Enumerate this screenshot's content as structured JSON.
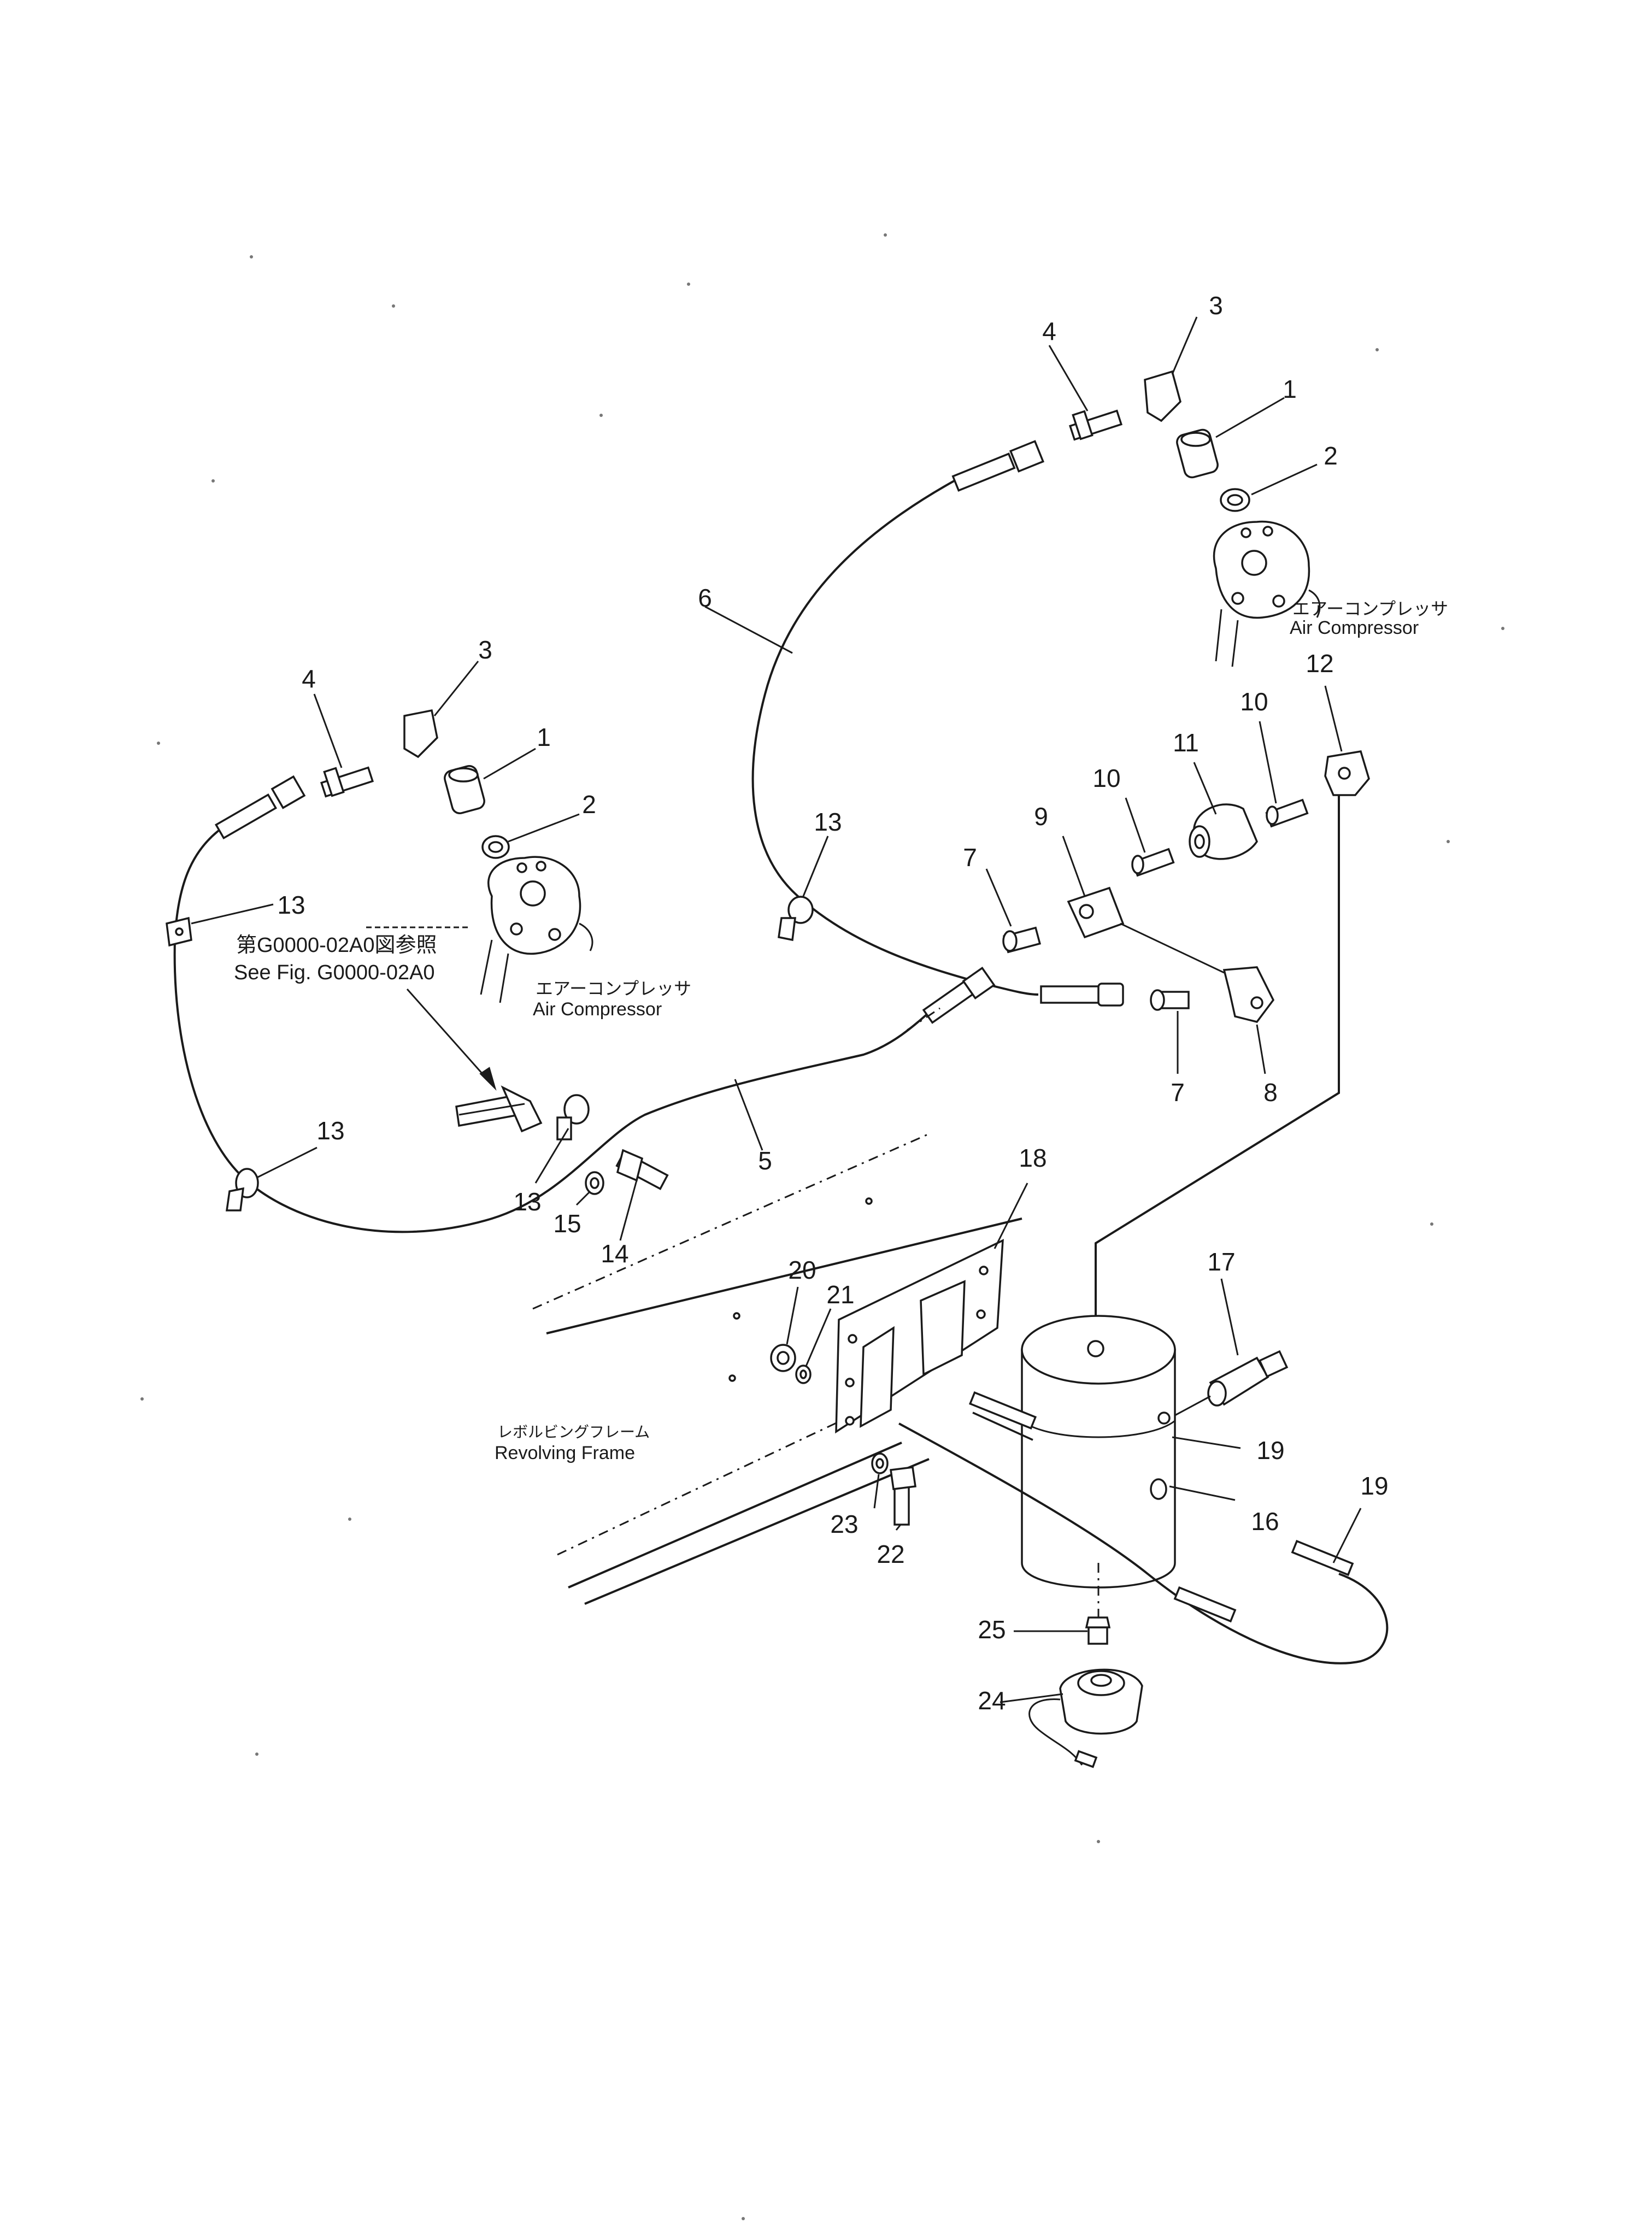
{
  "diagram": {
    "labels": {
      "air_compressor_jp": "エアーコンプレッサ",
      "air_compressor_en": "Air  Compressor",
      "see_fig_jp": "第G0000-02A0図参照",
      "see_fig_en": "See  Fig.  G0000-02A0",
      "revolving_frame_jp": "レボルビングフレーム",
      "revolving_frame_en": "Revolving  Frame"
    },
    "callouts": {
      "c1": "1",
      "c2": "2",
      "c3": "3",
      "c4": "4",
      "c5": "5",
      "c6": "6",
      "c7": "7",
      "c8": "8",
      "c9": "9",
      "c10": "10",
      "c11": "11",
      "c12": "12",
      "c13": "13",
      "c14": "14",
      "c15": "15",
      "c16": "16",
      "c17": "17",
      "c18": "18",
      "c19": "19",
      "c20": "20",
      "c21": "21",
      "c22": "22",
      "c23": "23",
      "c24": "24",
      "c25": "25"
    }
  }
}
